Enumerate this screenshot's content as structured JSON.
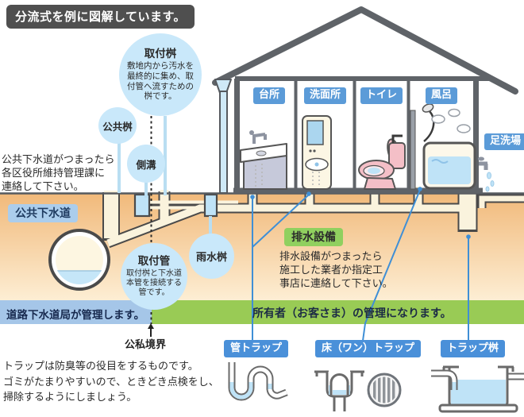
{
  "badge": "分流式を例に図解しています。",
  "house": {
    "rooms": [
      {
        "label": "台所"
      },
      {
        "label": "洗面所"
      },
      {
        "label": "トイレ"
      },
      {
        "label": "風呂"
      }
    ],
    "outside_label": "足洗場"
  },
  "callouts": {
    "toritsuke_masu": {
      "title": "取付桝",
      "body": "敷地内から汚水を\n最終的に集め、取\n付管へ流すための\n桝です。"
    },
    "koukyou_masu": {
      "title": "公共桝"
    },
    "sokkou": {
      "title": "側溝"
    },
    "usui_masu": {
      "title": "雨水桝"
    },
    "toritsuke_kan": {
      "title": "取付管",
      "body": "取付桝と下水道\n本管を接続する\n管です。"
    }
  },
  "underground": {
    "sewer_label": "公共下水道",
    "drainage_label": "排水設備"
  },
  "notes": {
    "public_sewer": "公共下水道がつまったら\n各区役所維持管理課に\n連絡して下さい。",
    "drainage": "排水設備がつまったら\n施工した業者か指定工\n事店に連絡して下さい。",
    "trap": "トラップは防臭等の役目をするものです。\nゴミがたまりやすいので、ときどき点検をし、\n掃除するようにしましょう。"
  },
  "management": {
    "left": "道路下水道局が管理します。",
    "right": "所有者（お客さま）の管理になります。",
    "boundary": "公私境界"
  },
  "traps": [
    {
      "label": "管トラップ"
    },
    {
      "label": "床（ワン）トラップ"
    },
    {
      "label": "トラップ桝"
    }
  ],
  "colors": {
    "label_blue": "#5b9bd8",
    "bar_blue": "#a5c6e8",
    "bar_green": "#99cb55",
    "callout_blue": "#c9e8fa",
    "water_blue": "#bfe3f7",
    "ground_orange": "#f1b97a"
  }
}
